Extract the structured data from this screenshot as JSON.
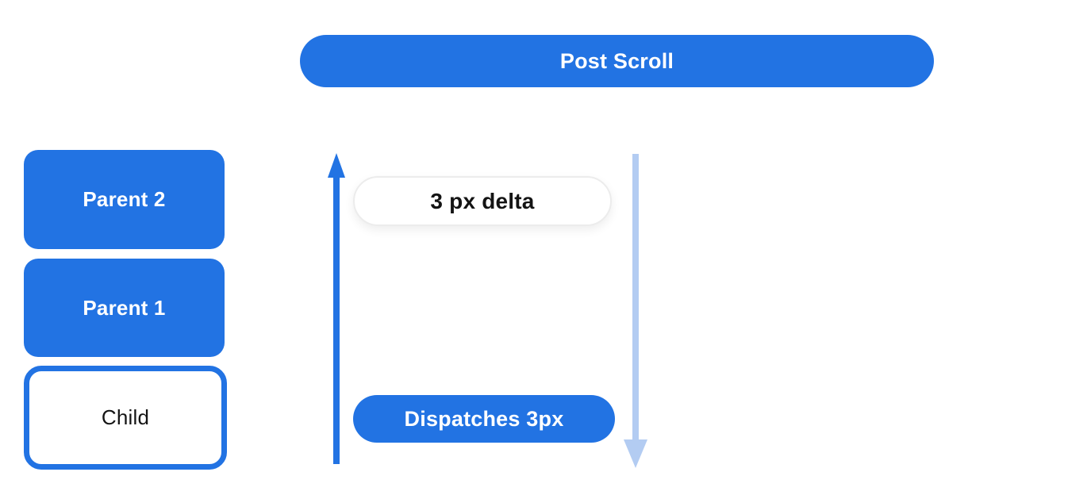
{
  "diagram": {
    "title_bar": {
      "label": "Post Scroll"
    },
    "nodes": {
      "parent2": {
        "label": "Parent 2"
      },
      "parent1": {
        "label": "Parent 1"
      },
      "child": {
        "label": "Child"
      }
    },
    "delta_pill": {
      "label": "3 px delta"
    },
    "dispatch_pill": {
      "label": "Dispatches 3px"
    },
    "arrows": {
      "up": {
        "direction": "up",
        "style": "solid-blue"
      },
      "down": {
        "direction": "down",
        "style": "light-blue"
      }
    }
  },
  "colors": {
    "primary_blue": "#2273e3",
    "light_blue": "#b3ccf2",
    "white": "#ffffff",
    "text_dark": "#141414",
    "pill_border": "#ececec",
    "background": "#ffffff"
  }
}
